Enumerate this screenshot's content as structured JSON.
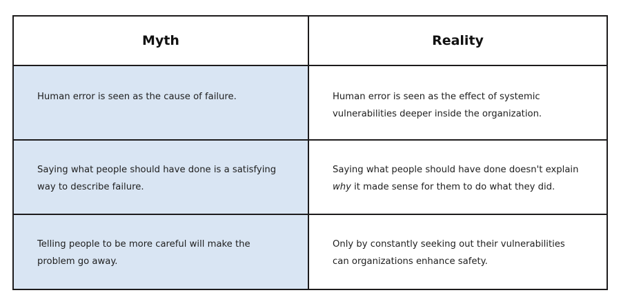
{
  "table": {
    "headers": {
      "myth": "Myth",
      "reality": "Reality"
    },
    "rows": [
      {
        "myth": "Human error is seen as the cause of failure.",
        "reality": "Human error is seen as the effect of systemic vulnerabilities deeper inside the organization."
      },
      {
        "myth": "Saying what people should have done is a satisfying way to describe failure.",
        "reality_emphasis": "why",
        "reality_rest": " it made sense for them to do what they did.",
        "reality_prefix": "Saying what people should have done doesn't explain "
      },
      {
        "myth": "Telling people to be more careful will make the problem go away.",
        "reality": "Only by constantly seeking out their vulnerabilities can organizations enhance safety."
      }
    ]
  },
  "colors": {
    "myth_fill": "#d9e5f3",
    "reality_fill": "#ffffff",
    "border": "#1c1a1b"
  }
}
